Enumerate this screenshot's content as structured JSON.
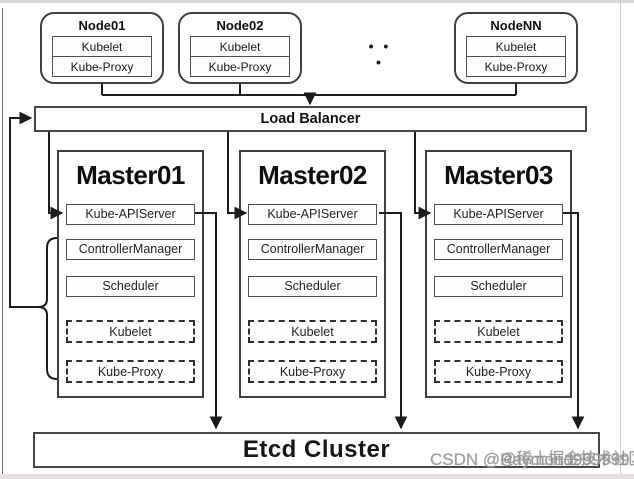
{
  "diagram": {
    "nodes": [
      {
        "title": "Node01",
        "components": [
          "Kubelet",
          "Kube-Proxy"
        ]
      },
      {
        "title": "Node02",
        "components": [
          "Kubelet",
          "Kube-Proxy"
        ]
      },
      {
        "title": "NodeNN",
        "components": [
          "Kubelet",
          "Kube-Proxy"
        ]
      }
    ],
    "ellipsis": "• • •",
    "load_balancer_label": "Load Balancer",
    "masters": [
      {
        "title": "Master01",
        "solid_components": [
          "Kube-APIServer",
          "ControllerManager",
          "Scheduler"
        ],
        "dashed_components": [
          "Kubelet",
          "Kube-Proxy"
        ]
      },
      {
        "title": "Master02",
        "solid_components": [
          "Kube-APIServer",
          "ControllerManager",
          "Scheduler"
        ],
        "dashed_components": [
          "Kubelet",
          "Kube-Proxy"
        ]
      },
      {
        "title": "Master03",
        "solid_components": [
          "Kube-APIServer",
          "ControllerManager",
          "Scheduler"
        ],
        "dashed_components": [
          "Kubelet",
          "Kube-Proxy"
        ]
      }
    ],
    "etcd_label": "Etcd Cluster",
    "watermarks": {
      "csdn": "CSDN @Raymond999999",
      "overlay": "@稀土掘金技术社区"
    },
    "colors": {
      "line": "#1c1c1c",
      "box_border": "#3f3f3f",
      "background": "#ffffff",
      "watermark": "#9b9b9b"
    }
  }
}
